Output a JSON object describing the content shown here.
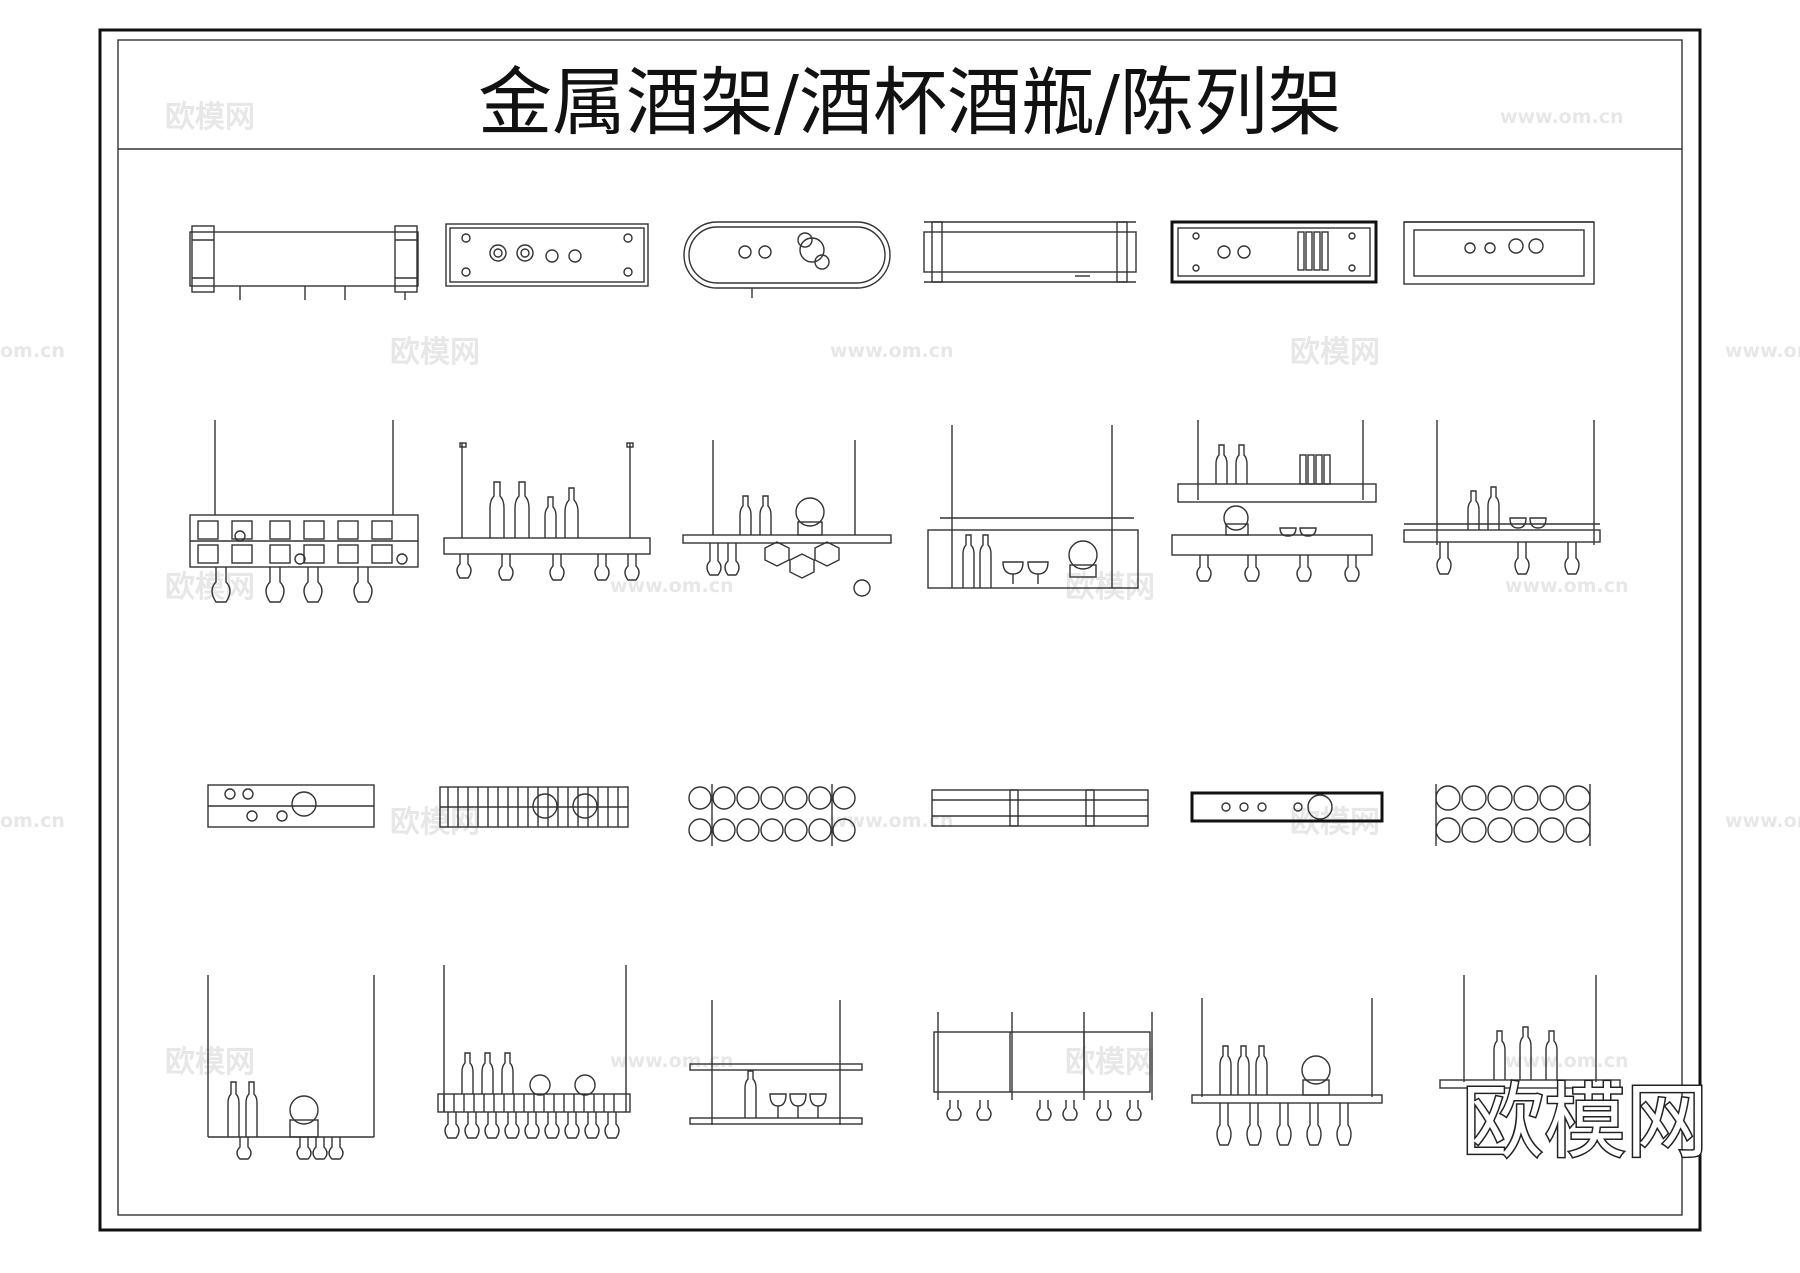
{
  "title": "金属酒架/酒杯酒瓶/陈列架",
  "watermarks": {
    "brand": "欧模网",
    "url": "www.om.cn",
    "url_short": "om.cn"
  },
  "logo": "欧模网",
  "colors": {
    "line": "#333333",
    "frame": "#111111",
    "background": "#ffffff",
    "watermark": "#cccccc"
  }
}
